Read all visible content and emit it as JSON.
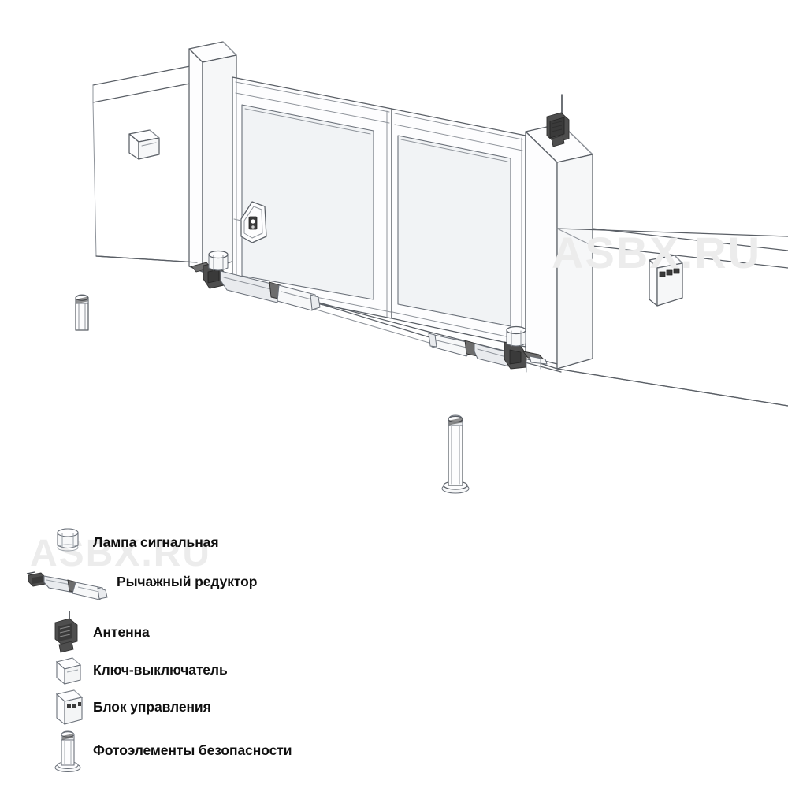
{
  "document": {
    "title": "Схема автоматики распашных ворот",
    "type": "technical-diagram",
    "watermark_text": "ASBX.RU"
  },
  "watermarks": [
    {
      "text": "ASBX.RU",
      "position": "upper-right",
      "color": "#ececec"
    },
    {
      "text": "ASBX.RU",
      "position": "lower-left",
      "color": "#ececec"
    }
  ],
  "legend": {
    "items": [
      {
        "icon": "signal-lamp-icon",
        "label": "Лампа сигнальная"
      },
      {
        "icon": "lever-actuator-icon",
        "label": "Рычажный редуктор"
      },
      {
        "icon": "antenna-icon",
        "label": "Антенна"
      },
      {
        "icon": "key-switch-icon",
        "label": "Ключ-выключатель"
      },
      {
        "icon": "control-unit-icon",
        "label": "Блок управления"
      },
      {
        "icon": "photocell-icon",
        "label": "Фотоэлементы безопасности"
      }
    ]
  },
  "scene": {
    "description": "Изометрическая схема двустворчатых распашных ворот с автоматикой",
    "components": [
      {
        "name": "left-pillar",
        "label": "Левый столб"
      },
      {
        "name": "right-pillar",
        "label": "Правый столб"
      },
      {
        "name": "gate-leaf-left",
        "label": "Левая створка ворот"
      },
      {
        "name": "gate-leaf-right",
        "label": "Правая створка ворот"
      },
      {
        "name": "fence-wall-left",
        "label": "Забор слева"
      },
      {
        "name": "fence-wall-right",
        "label": "Забор справа"
      },
      {
        "name": "actuator-left",
        "label": "Рычажный редуктор (левый)"
      },
      {
        "name": "actuator-right",
        "label": "Рычажный редуктор (правый)"
      },
      {
        "name": "signal-lamp-left",
        "label": "Лампа сигнальная"
      },
      {
        "name": "signal-lamp-right",
        "label": "Лампа сигнальная"
      },
      {
        "name": "antenna-on-pillar",
        "label": "Антенна на столбе"
      },
      {
        "name": "control-unit-wall",
        "label": "Блок управления на заборе"
      },
      {
        "name": "key-switch-wall",
        "label": "Ключ-выключатель на заборе"
      },
      {
        "name": "key-switch-gate",
        "label": "Ключ-выключатель на створке"
      },
      {
        "name": "photocell-post-center",
        "label": "Фотоэлемент безопасности"
      },
      {
        "name": "photocell-post-left",
        "label": "Фотоэлемент безопасности"
      }
    ]
  },
  "colors": {
    "line": "#5a5f66",
    "line_light": "#8f949b",
    "panel_fill": "#f2f4f6",
    "pillar_fill": "#fbfcfc",
    "device_dark": "#4a4a4a",
    "device_light": "#f4f5f6",
    "watermark": "#ececec",
    "text": "#101010",
    "background": "#ffffff"
  }
}
